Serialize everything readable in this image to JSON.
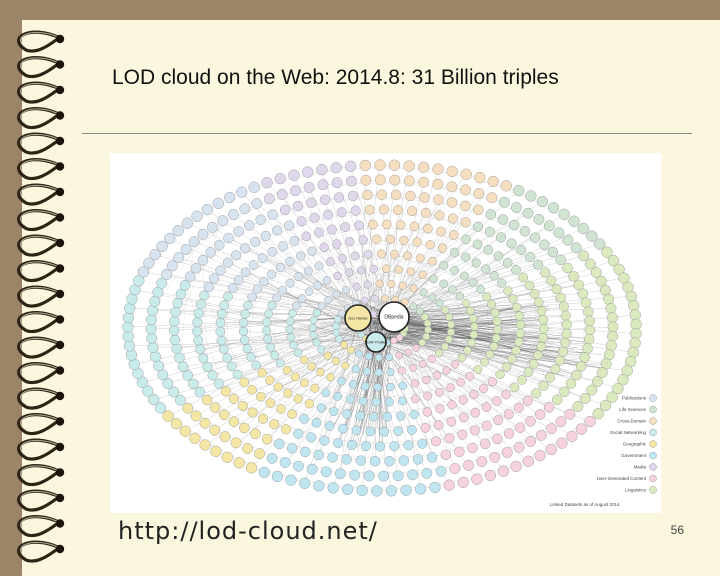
{
  "slide": {
    "title": "LOD cloud on the Web: 2014.8: 31 Billion triples",
    "url": "http://lod-cloud.net/",
    "page_number": "56"
  },
  "figure": {
    "legend": [
      {
        "label": "Publications",
        "color": "#d8e3f0"
      },
      {
        "label": "Life Sciences",
        "color": "#cfe4d2"
      },
      {
        "label": "Cross-Domain",
        "color": "#f6dfc0"
      },
      {
        "label": "Social Networking",
        "color": "#c9ecea"
      },
      {
        "label": "Geographic",
        "color": "#f4e7a6"
      },
      {
        "label": "Government",
        "color": "#bfe6f0"
      },
      {
        "label": "Media",
        "color": "#e0d7ec"
      },
      {
        "label": "User-Generated Content",
        "color": "#f5d2dc"
      },
      {
        "label": "Linguistics",
        "color": "#dbe9bf"
      }
    ],
    "caption": "Linked Datasets as of August 2014",
    "hub_labels": [
      "Geo Names",
      "DBpedia",
      "FOAF Profiles"
    ]
  },
  "colors": {
    "background": "#9c8468",
    "page": "#fbf7df",
    "ring": "#2d2416"
  }
}
